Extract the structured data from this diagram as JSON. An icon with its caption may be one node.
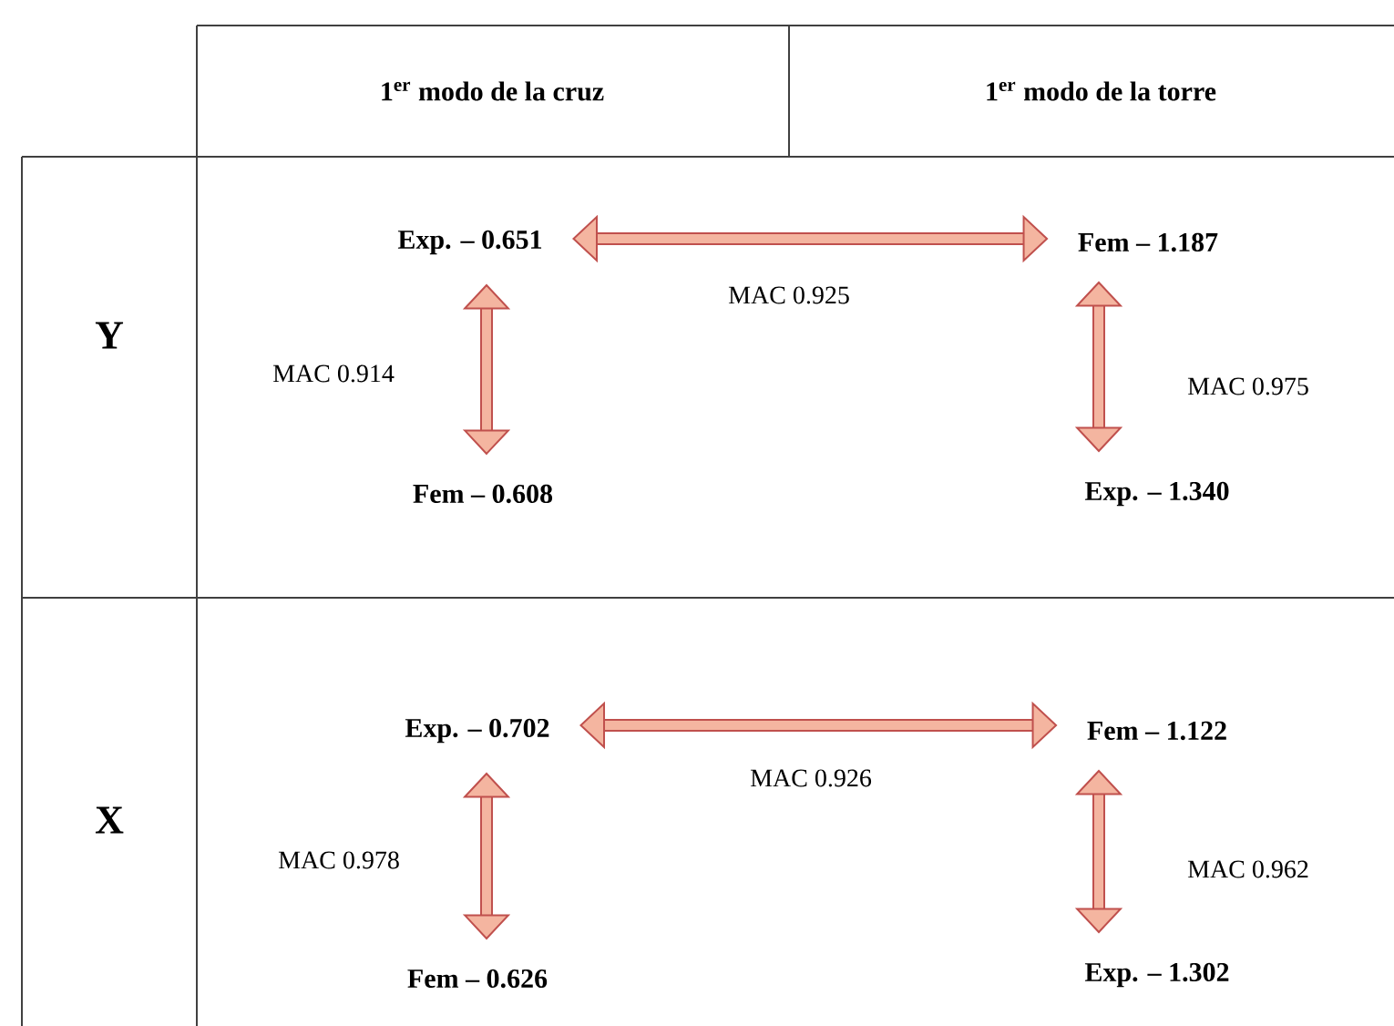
{
  "diagram": {
    "nodes": [
      {
        "text": [
          "Exp. – 0.651"
        ]
      },
      {
        "text": [
          "Fem – 1.187"
        ]
      },
      {
        "text": [
          "Fem – 0.608"
        ]
      },
      {
        "text": [
          "Exp. – 1.340"
        ]
      },
      {
        "text": [
          "Exp. – 0.702"
        ]
      },
      {
        "text": [
          "Fem – 1.122"
        ]
      },
      {
        "text": [
          "Fem – 0.626"
        ]
      },
      {
        "text": [
          "Exp. – 1.302"
        ]
      }
    ],
    "edges": [
      {
        "from": 0,
        "to": 1,
        "arrow": "both",
        "label": "MAC 0.925"
      },
      {
        "from": 0,
        "to": 2,
        "arrow": "both",
        "label": "MAC 0.914"
      },
      {
        "from": 1,
        "to": 3,
        "arrow": "both",
        "label": "MAC 0.975"
      },
      {
        "from": 4,
        "to": 5,
        "arrow": "both",
        "label": "MAC 0.926"
      },
      {
        "from": 4,
        "to": 6,
        "arrow": "both",
        "label": "MAC 0.978"
      },
      {
        "from": 5,
        "to": 7,
        "arrow": "both",
        "label": "MAC 0.962"
      }
    ],
    "labels": [
      "1$^{er}$ modo de la cruz",
      "1$^{er}$ modo de la torre",
      "Y",
      "X"
    ]
  }
}
